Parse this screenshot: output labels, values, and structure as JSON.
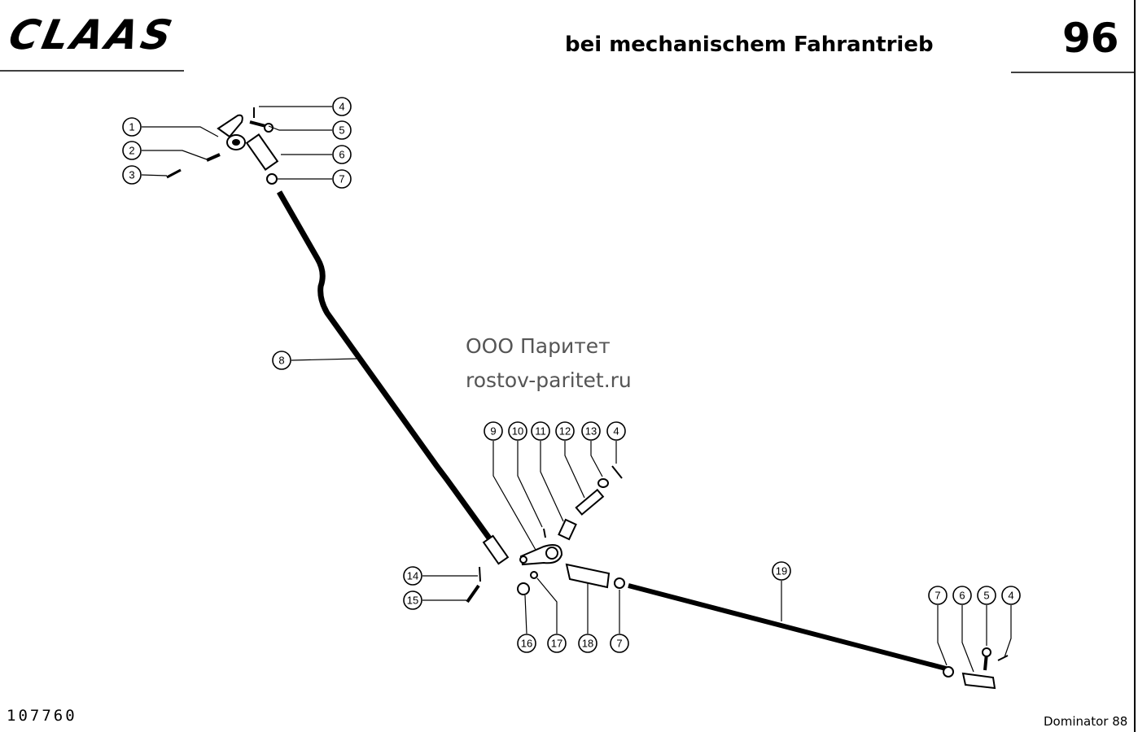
{
  "header": {
    "brand": "CLAAS",
    "title": "bei mechanischem Fahrantrieb",
    "page_number": "96"
  },
  "watermark": {
    "line1": "ООО Паритет",
    "line2": "rostov-paritet.ru"
  },
  "footer": {
    "drawing_number": "107760",
    "model": "Dominator 88"
  },
  "callouts": [
    {
      "id": "c1",
      "label": "1"
    },
    {
      "id": "c2",
      "label": "2"
    },
    {
      "id": "c3",
      "label": "3"
    },
    {
      "id": "c4a",
      "label": "4"
    },
    {
      "id": "c5a",
      "label": "5"
    },
    {
      "id": "c6a",
      "label": "6"
    },
    {
      "id": "c7a",
      "label": "7"
    },
    {
      "id": "c8",
      "label": "8"
    },
    {
      "id": "c9",
      "label": "9"
    },
    {
      "id": "c10",
      "label": "10"
    },
    {
      "id": "c11",
      "label": "11"
    },
    {
      "id": "c12",
      "label": "12"
    },
    {
      "id": "c13",
      "label": "13"
    },
    {
      "id": "c4b",
      "label": "4"
    },
    {
      "id": "c14",
      "label": "14"
    },
    {
      "id": "c15",
      "label": "15"
    },
    {
      "id": "c16",
      "label": "16"
    },
    {
      "id": "c17",
      "label": "17"
    },
    {
      "id": "c18",
      "label": "18"
    },
    {
      "id": "c7b",
      "label": "7"
    },
    {
      "id": "c19",
      "label": "19"
    },
    {
      "id": "c7c",
      "label": "7"
    },
    {
      "id": "c6b",
      "label": "6"
    },
    {
      "id": "c5b",
      "label": "5"
    },
    {
      "id": "c4c",
      "label": "4"
    }
  ]
}
